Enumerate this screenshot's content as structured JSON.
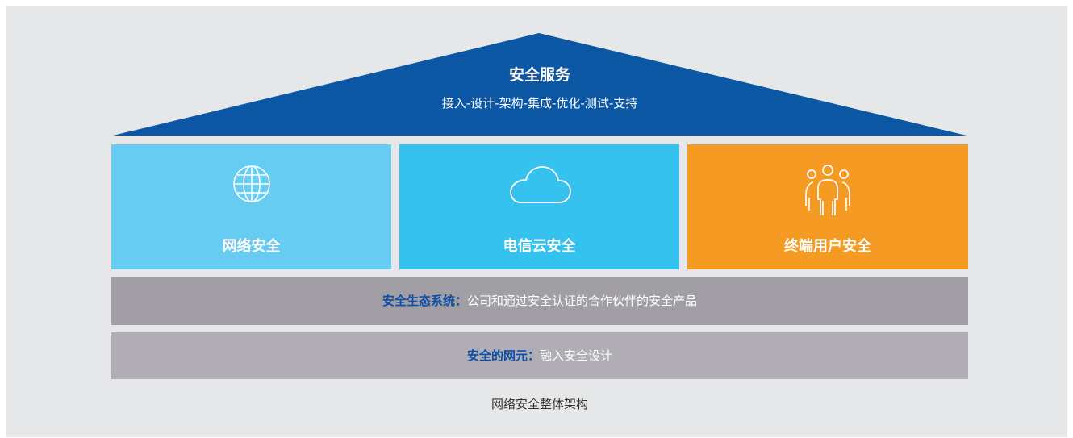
{
  "roof": {
    "title": "安全服务",
    "subtitle": "接入-设计-架构-集成-优化-测试-支持",
    "color": "#0b57a4"
  },
  "pillars": [
    {
      "label": "网络安全",
      "icon": "globe-icon",
      "color": "#66ccf2"
    },
    {
      "label": "电信云安全",
      "icon": "cloud-icon",
      "color": "#36c2ef"
    },
    {
      "label": "终端用户安全",
      "icon": "users-icon",
      "color": "#f59a22"
    }
  ],
  "ecosystem": {
    "key": "安全生态系统：",
    "text": "公司和通过安全认证的合作伙伴的安全产品",
    "color": "#a19ea5"
  },
  "network_elements": {
    "key": "安全的网元：",
    "text": "融入安全设计",
    "color": "#b1adb5"
  },
  "caption": "网络安全整体架构"
}
